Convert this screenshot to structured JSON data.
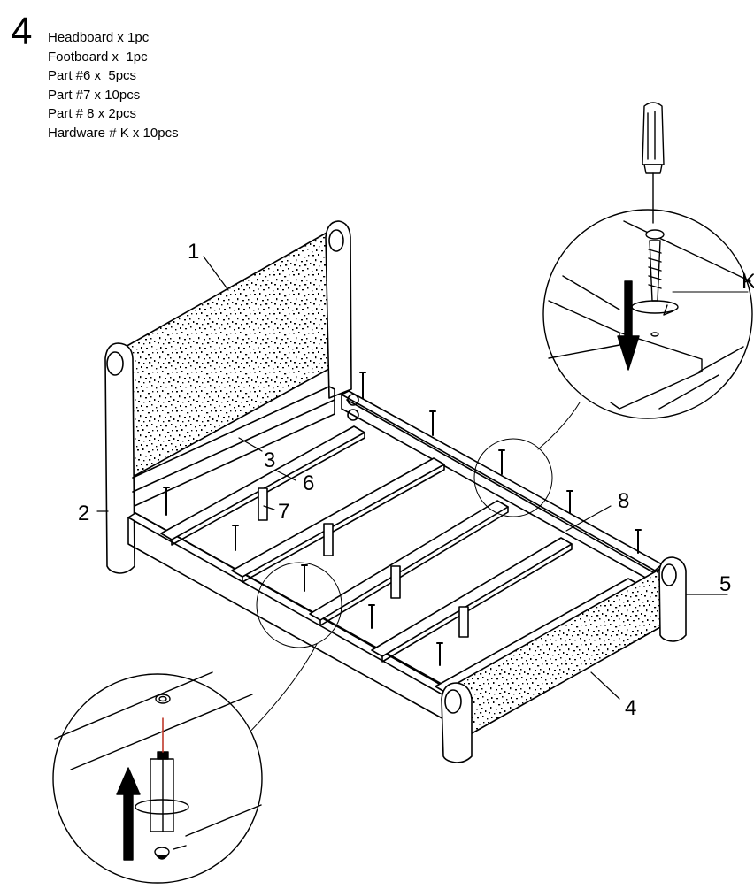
{
  "step": {
    "number": "4"
  },
  "parts_list": [
    "Headboard x 1pc",
    "Footboard x  1pc",
    "Part #6 x  5pcs",
    "Part #7 x 10pcs",
    "Part # 8 x 2pcs",
    "Hardware # K x 10pcs"
  ],
  "callouts": {
    "c1": "1",
    "c2": "2",
    "c3": "3",
    "c4": "4",
    "c5": "5",
    "c6": "6",
    "c7": "7",
    "c8": "8",
    "ck": "K"
  }
}
